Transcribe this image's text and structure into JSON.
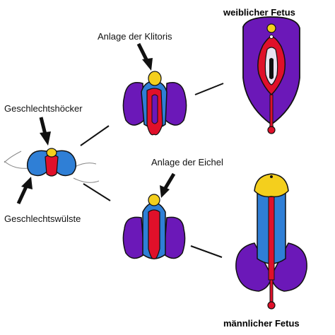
{
  "labels": {
    "female_fetus": "weiblicher Fetus",
    "male_fetus": "männlicher Fetus",
    "clitoris_anlage": "Anlage der Klitoris",
    "glans_anlage": "Anlage der Eichel",
    "genital_tubercle": "Geschlechtshöcker",
    "genital_swellings": "Geschlechtswülste"
  },
  "colors": {
    "blue": "#2f7fd6",
    "purple": "#6b18b8",
    "red": "#e0102a",
    "yellow": "#f4cf1d",
    "outline": "#111111"
  }
}
